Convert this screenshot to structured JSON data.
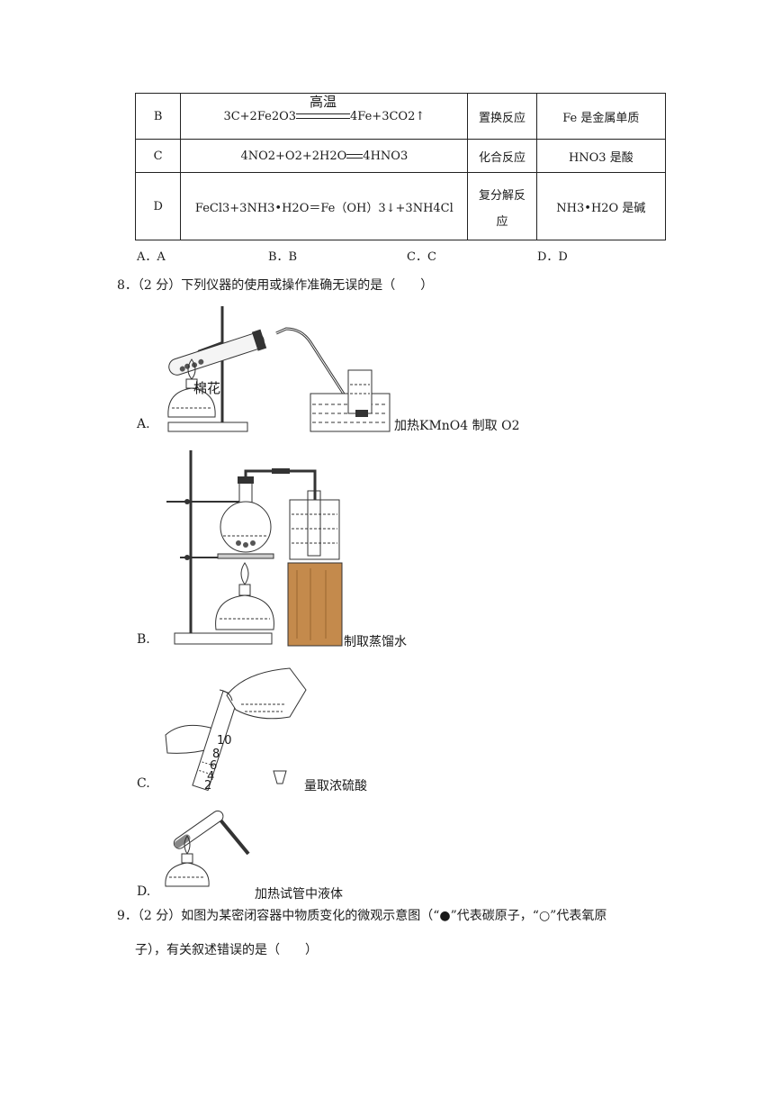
{
  "table": {
    "rows": [
      {
        "option": "B",
        "equation_left": "3C+2Fe2O3",
        "condition": "高温",
        "equation_right": "4Fe+3CO2↑",
        "reaction_type": "置换反应",
        "note": "Fe 是金属单质"
      },
      {
        "option": "C",
        "equation": "4NO2+O2+2H2O",
        "equation_right": "4HNO3",
        "reaction_type": "化合反应",
        "note": "HNO3 是酸"
      },
      {
        "option": "D",
        "equation": "FeCl3+3NH3•H2O＝Fe（OH）3↓+3NH4Cl",
        "reaction_type_line1": "复分解反",
        "reaction_type_line2": "应",
        "note": "NH3•H2O 是碱"
      }
    ]
  },
  "q7_options": [
    "A．A",
    "B．B",
    "C．C",
    "D．D"
  ],
  "q8": {
    "stem": "8．（2 分）下列仪器的使用或操作准确无误的是（　　）",
    "options": [
      {
        "letter": "A.",
        "caption": "加热KMnO4 制取 O2",
        "label": "棉花"
      },
      {
        "letter": "B.",
        "caption": "制取蒸馏水"
      },
      {
        "letter": "C.",
        "caption": "量取浓硫酸",
        "scale": [
          "10",
          "8",
          "6",
          "4",
          "2"
        ]
      },
      {
        "letter": "D.",
        "caption": "加热试管中液体"
      }
    ]
  },
  "q9": {
    "line1": "9．（2 分）如图为某密闭容器中物质变化的微观示意图（“●”代表碳原子，“○”代表氧原",
    "line2": "子），有关叙述错误的是（　　）"
  }
}
